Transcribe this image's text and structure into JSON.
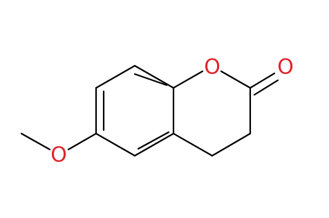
{
  "molecule": {
    "atoms": {
      "ring_oxygen": "O",
      "carbonyl_oxygen": "O",
      "methoxy_oxygen": "O"
    },
    "colors": {
      "bond": "#000000",
      "oxygen": "#e0242a"
    }
  }
}
